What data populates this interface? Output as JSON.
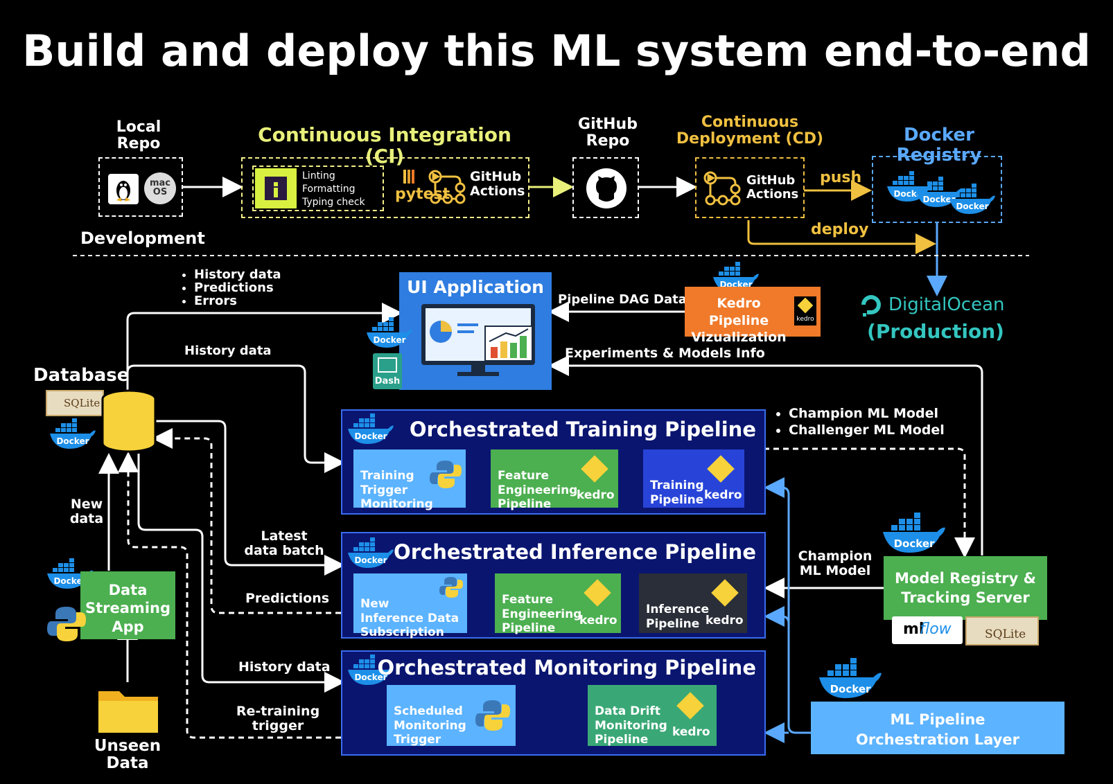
{
  "title": "Build and deploy this ML system end-to-end",
  "development": {
    "label": "Development",
    "local_repo": "Local\nRepo",
    "ci_title": "Continuous Integration (CI)",
    "ci_checks": "Linting\nFormatting\nTyping check",
    "pytest": "pytest",
    "gha_ci": "GitHub\nActions",
    "github_repo": "GitHub\nRepo",
    "cd_title": "Continuous\nDeployment (CD)",
    "gha_cd": "GitHub\nActions",
    "push": "push",
    "deploy": "deploy",
    "registry_title": "Docker Registry",
    "macos": "mac\nOS"
  },
  "production": {
    "provider": "DigitalOcean",
    "label": "(Production)"
  },
  "docker_label": "Docker",
  "kedro_label": "kedro",
  "ui": {
    "title": "UI Application",
    "dash": "Dash",
    "inputs": [
      "History data",
      "Predictions",
      "Errors"
    ],
    "pipeline_dag": "Pipeline DAG Data",
    "experiments": "Experiments & Models Info",
    "kedro_viz": "Kedro Pipeline\nVizualization",
    "kedro_small": "kedro"
  },
  "database": {
    "title": "Database",
    "sqlite": "SQLite",
    "history_data": "History data",
    "new_data": "New\ndata",
    "latest_batch": "Latest\ndata batch",
    "predictions": "Predictions",
    "history_data2": "History data",
    "retraining": "Re-training\ntrigger"
  },
  "streaming": {
    "app": "Data\nStreaming\nApp",
    "unseen": "Unseen Data"
  },
  "training": {
    "title": "Orchestrated Training Pipeline",
    "s1": "Training\nTrigger\nMonitoring",
    "s2": "Feature\nEngineering\nPipeline",
    "s3": "Training\nPipeline"
  },
  "inference": {
    "title": "Orchestrated Inference Pipeline",
    "s1": "New\nInference Data\nSubscription",
    "s2": "Feature\nEngineering\nPipeline",
    "s3": "Inference\nPipeline"
  },
  "monitoring": {
    "title": "Orchestrated Monitoring Pipeline",
    "s1": "Scheduled\nMonitoring\nTrigger",
    "s2": "Data Drift\nMonitoring\nPipeline"
  },
  "models": {
    "list": [
      "Champion ML Model",
      "Challenger ML Model"
    ],
    "champion": "Champion\nML Model",
    "registry": "Model Registry &\nTracking Server",
    "mlflow_ml": "ml",
    "mlflow_flow": "flow",
    "sqlite": "SQLite"
  },
  "orchestration": {
    "label": "ML Pipeline\nOrchestration Layer"
  },
  "colors": {
    "ci": "#e8f07a",
    "cd": "#f0c040",
    "registry": "#5aa9ff",
    "ocean": "#34c6c0",
    "ui_blue": "#2f7de0",
    "kedro_orange": "#f07a2a",
    "light_blue": "#5cb3ff",
    "green": "#4caf50",
    "navy": "#0a1570"
  }
}
